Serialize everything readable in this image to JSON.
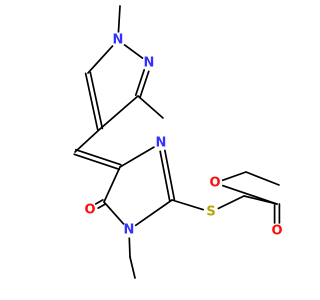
{
  "molecule": {
    "colors": {
      "bond": "#000000",
      "N": "#3333ff",
      "O": "#ff0d0d",
      "S": "#b8a30a"
    },
    "atoms": [
      {
        "id": "n_pz1",
        "element": "N",
        "text": "N"
      },
      {
        "id": "n_pz2",
        "element": "N",
        "text": "N"
      },
      {
        "id": "n_im3",
        "element": "N",
        "text": "N"
      },
      {
        "id": "n_im1",
        "element": "N",
        "text": "N"
      },
      {
        "id": "o_carbonyl",
        "element": "O",
        "text": "O"
      },
      {
        "id": "s_thio",
        "element": "S",
        "text": "S"
      },
      {
        "id": "o_ester_db",
        "element": "O",
        "text": "O"
      },
      {
        "id": "o_ester",
        "element": "O",
        "text": "O"
      }
    ]
  }
}
